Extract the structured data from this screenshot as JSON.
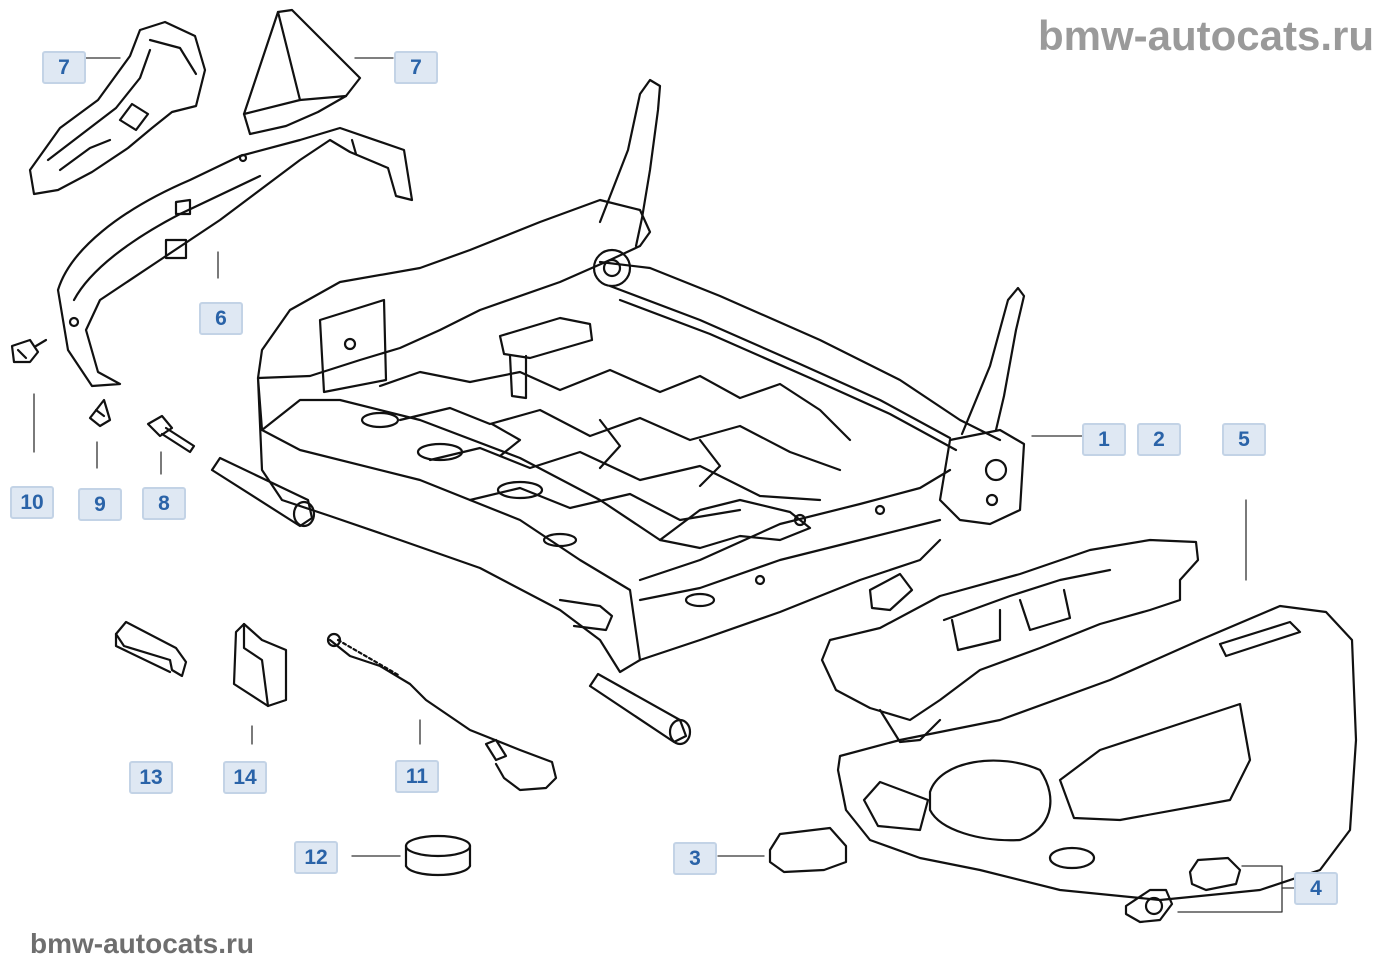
{
  "watermark": {
    "top": "bmw-autocats.ru",
    "bottom": "bmw-autocats.ru"
  },
  "callouts": [
    {
      "id": "7a",
      "label": "7"
    },
    {
      "id": "7b",
      "label": "7"
    },
    {
      "id": "6",
      "label": "6"
    },
    {
      "id": "10",
      "label": "10"
    },
    {
      "id": "9",
      "label": "9"
    },
    {
      "id": "8",
      "label": "8"
    },
    {
      "id": "1",
      "label": "1"
    },
    {
      "id": "2",
      "label": "2"
    },
    {
      "id": "5",
      "label": "5"
    },
    {
      "id": "13",
      "label": "13"
    },
    {
      "id": "14",
      "label": "14"
    },
    {
      "id": "11",
      "label": "11"
    },
    {
      "id": "12",
      "label": "12"
    },
    {
      "id": "3",
      "label": "3"
    },
    {
      "id": "4",
      "label": "4"
    }
  ],
  "colors": {
    "callout_bg": "#dfe8f3",
    "callout_border": "#c3d3e6",
    "callout_text": "#2a63a8",
    "line": "#111111",
    "leader": "#333333"
  }
}
